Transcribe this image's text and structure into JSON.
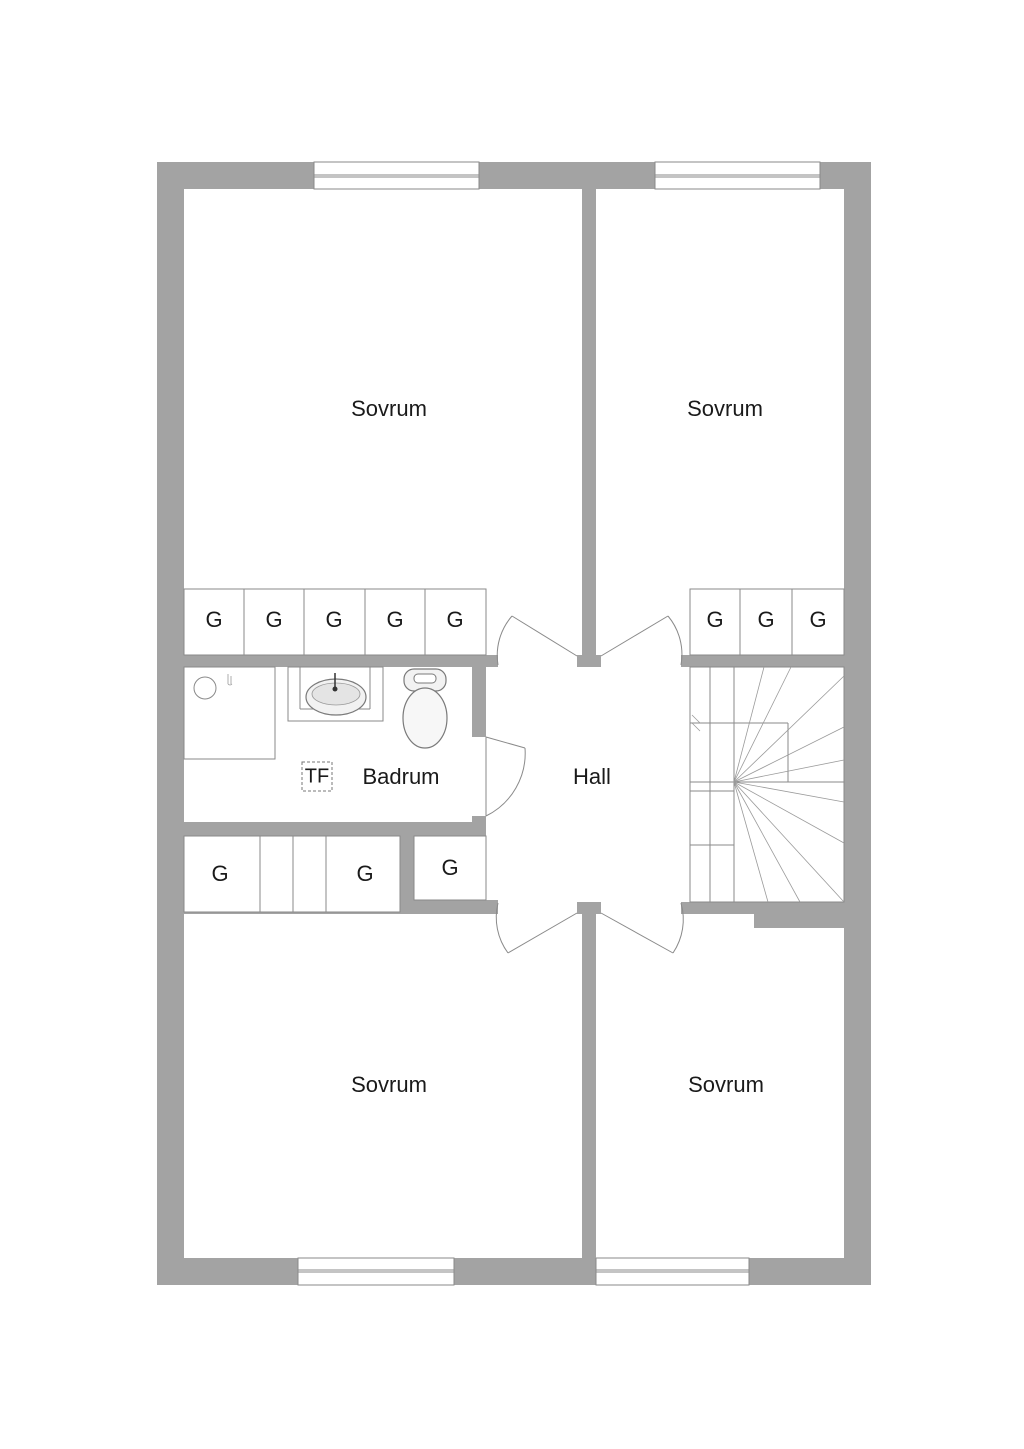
{
  "rooms": {
    "bedroom_top_left": "Sovrum",
    "bedroom_top_right": "Sovrum",
    "bedroom_bottom_left": "Sovrum",
    "bedroom_bottom_right": "Sovrum",
    "bathroom": "Badrum",
    "hall": "Hall"
  },
  "bathroom_marker": "TF",
  "wardrobe_label": "G",
  "colors": {
    "wall": "#a3a3a3",
    "line": "#8a8a8a",
    "background": "#ffffff"
  },
  "icons": [
    "shower-icon",
    "sink-icon",
    "toilet-icon",
    "staircase-icon",
    "door-swing-icon",
    "window-icon"
  ]
}
